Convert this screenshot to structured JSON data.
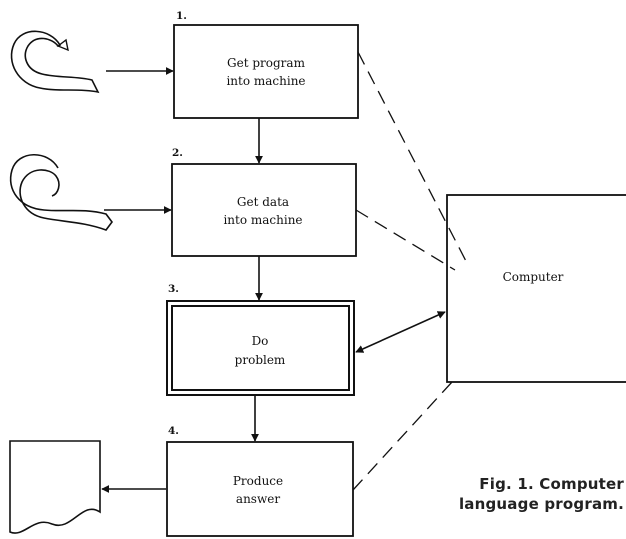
{
  "steps": [
    {
      "number": "1.",
      "line1": "Get program",
      "line2": "into machine"
    },
    {
      "number": "2.",
      "line1": "Get data",
      "line2": "into machine"
    },
    {
      "number": "3.",
      "line1": "Do",
      "line2": "problem"
    },
    {
      "number": "4.",
      "line1": "Produce",
      "line2": "answer"
    }
  ],
  "computer_label": "Computer",
  "caption": {
    "line1": "Fig. 1. Computer",
    "line2": "language program."
  },
  "icons": {
    "input_1": "paper-tape-reel-icon",
    "input_2": "paper-tape-reel-icon",
    "output": "printed-page-icon"
  }
}
